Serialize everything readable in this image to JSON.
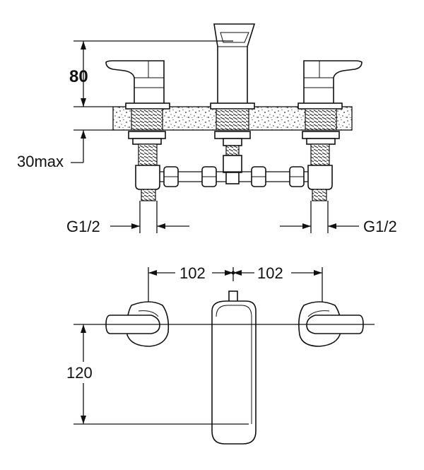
{
  "dimensions": {
    "height_above_deck": "80",
    "deck_thickness_max": "30max",
    "thread_left": "G1/2",
    "thread_right": "G1/2",
    "spacing_left": "102",
    "spacing_right": "102",
    "spout_projection": "120"
  },
  "colors": {
    "line": "#111111",
    "background": "#ffffff"
  }
}
